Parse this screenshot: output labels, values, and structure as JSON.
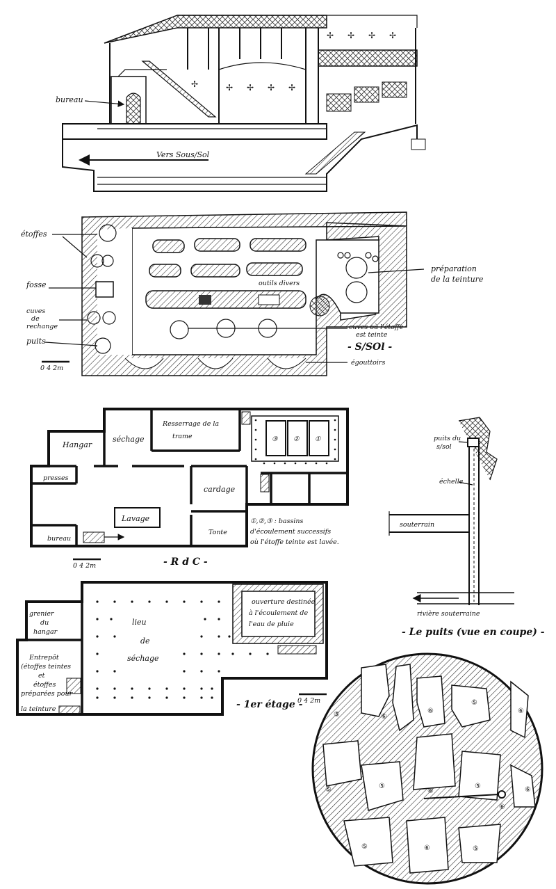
{
  "section": {
    "bureau": "bureau",
    "vers_sous_sol": "Vers Sous/Sol"
  },
  "basement": {
    "etoffes": "étoffes",
    "fosse": "fosse",
    "cuves_rechange_1": "cuves",
    "cuves_rechange_2": "de",
    "cuves_rechange_3": "rechange",
    "puits": "puits",
    "outils": "outils divers",
    "preparation_1": "préparation",
    "preparation_2": "de la teinture",
    "cuves_etoffe_1": "cuves où l'étoffe",
    "cuves_etoffe_2": "est teinte",
    "egouttoirs": "égouttoirs",
    "title": "- S/SOl -",
    "scale": "0  4  2m"
  },
  "rdc": {
    "hangar": "Hangar",
    "sechage": "séchage",
    "resserrage_1": "Resserrage de la",
    "resserrage_2": "trame",
    "presses": "presses",
    "cardage": "cardage",
    "lavage": "Lavage",
    "bureau": "bureau",
    "tonte": "Tonte",
    "bassin_1": "①",
    "bassin_2": "②",
    "bassin_3": "③",
    "bassins_1": "①,②,③ : bassins",
    "bassins_2": "d'écoulement successifs",
    "bassins_3": "où l'étoffe teinte est lavée.",
    "title": "- R d C -",
    "scale": "0  4  2m"
  },
  "puits_section": {
    "puits_sol_1": "puits du",
    "puits_sol_2": "s/sol",
    "echelle": "échelle",
    "souterrain": "souterrain",
    "riviere": "rivière souterraine",
    "title": "- Le puits (vue en coupe) -"
  },
  "etage": {
    "grenier_1": "grenier",
    "grenier_2": "du",
    "grenier_3": "hangar",
    "entrepot_1": "Entrepôt",
    "entrepot_2": "(étoffes teintes",
    "entrepot_3": "et",
    "entrepot_4": "étoffes",
    "entrepot_5": "préparées pour",
    "entrepot_6": "la teinture",
    "lieu_1": "lieu",
    "lieu_2": "de",
    "lieu_3": "séchage",
    "ouverture_1": "ouverture destinée",
    "ouverture_2": "à l'écoulement de",
    "ouverture_3": "l'eau de pluie",
    "title": "- 1er étage -",
    "scale": "0  4  2m"
  },
  "map": {
    "markers": [
      "⑤",
      "⑥",
      "⑥",
      "⑤",
      "⑤",
      "⑤",
      "⑥",
      "⑤",
      "⑥",
      "⑤",
      "⑥",
      "⑤",
      "⑥",
      "⑥"
    ]
  }
}
